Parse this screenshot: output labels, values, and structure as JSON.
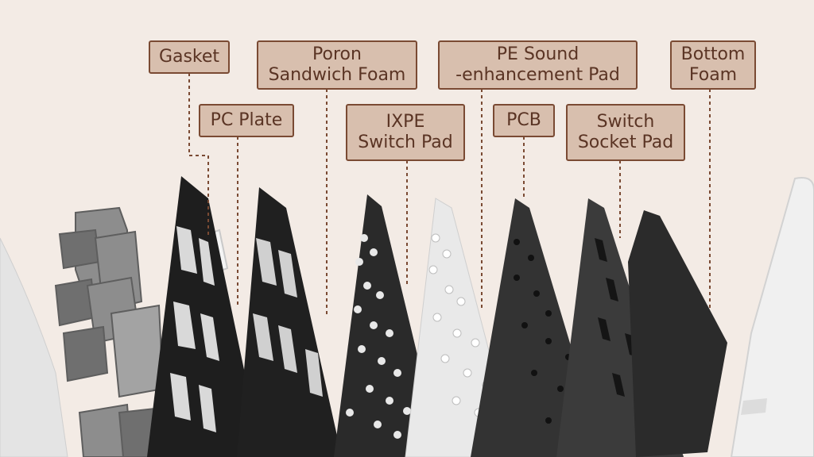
{
  "labels": {
    "gasket": "Gasket",
    "pc_plate": "PC Plate",
    "poron_line1": "Poron",
    "poron_line2": "Sandwich Foam",
    "ixpe_line1": "IXPE",
    "ixpe_line2": "Switch Pad",
    "pe_line1": "PE Sound",
    "pe_line2": "-enhancement Pad",
    "pcb": "PCB",
    "socket_line1": "Switch",
    "socket_line2": "Socket Pad",
    "bottom_line1": "Bottom",
    "bottom_line2": "Foam"
  },
  "colors": {
    "background": "#f3ebe5",
    "label_fill": "#d8bfae",
    "label_border": "#7a4a33",
    "label_text": "#5a3424",
    "leader_line": "#7a4a33"
  }
}
